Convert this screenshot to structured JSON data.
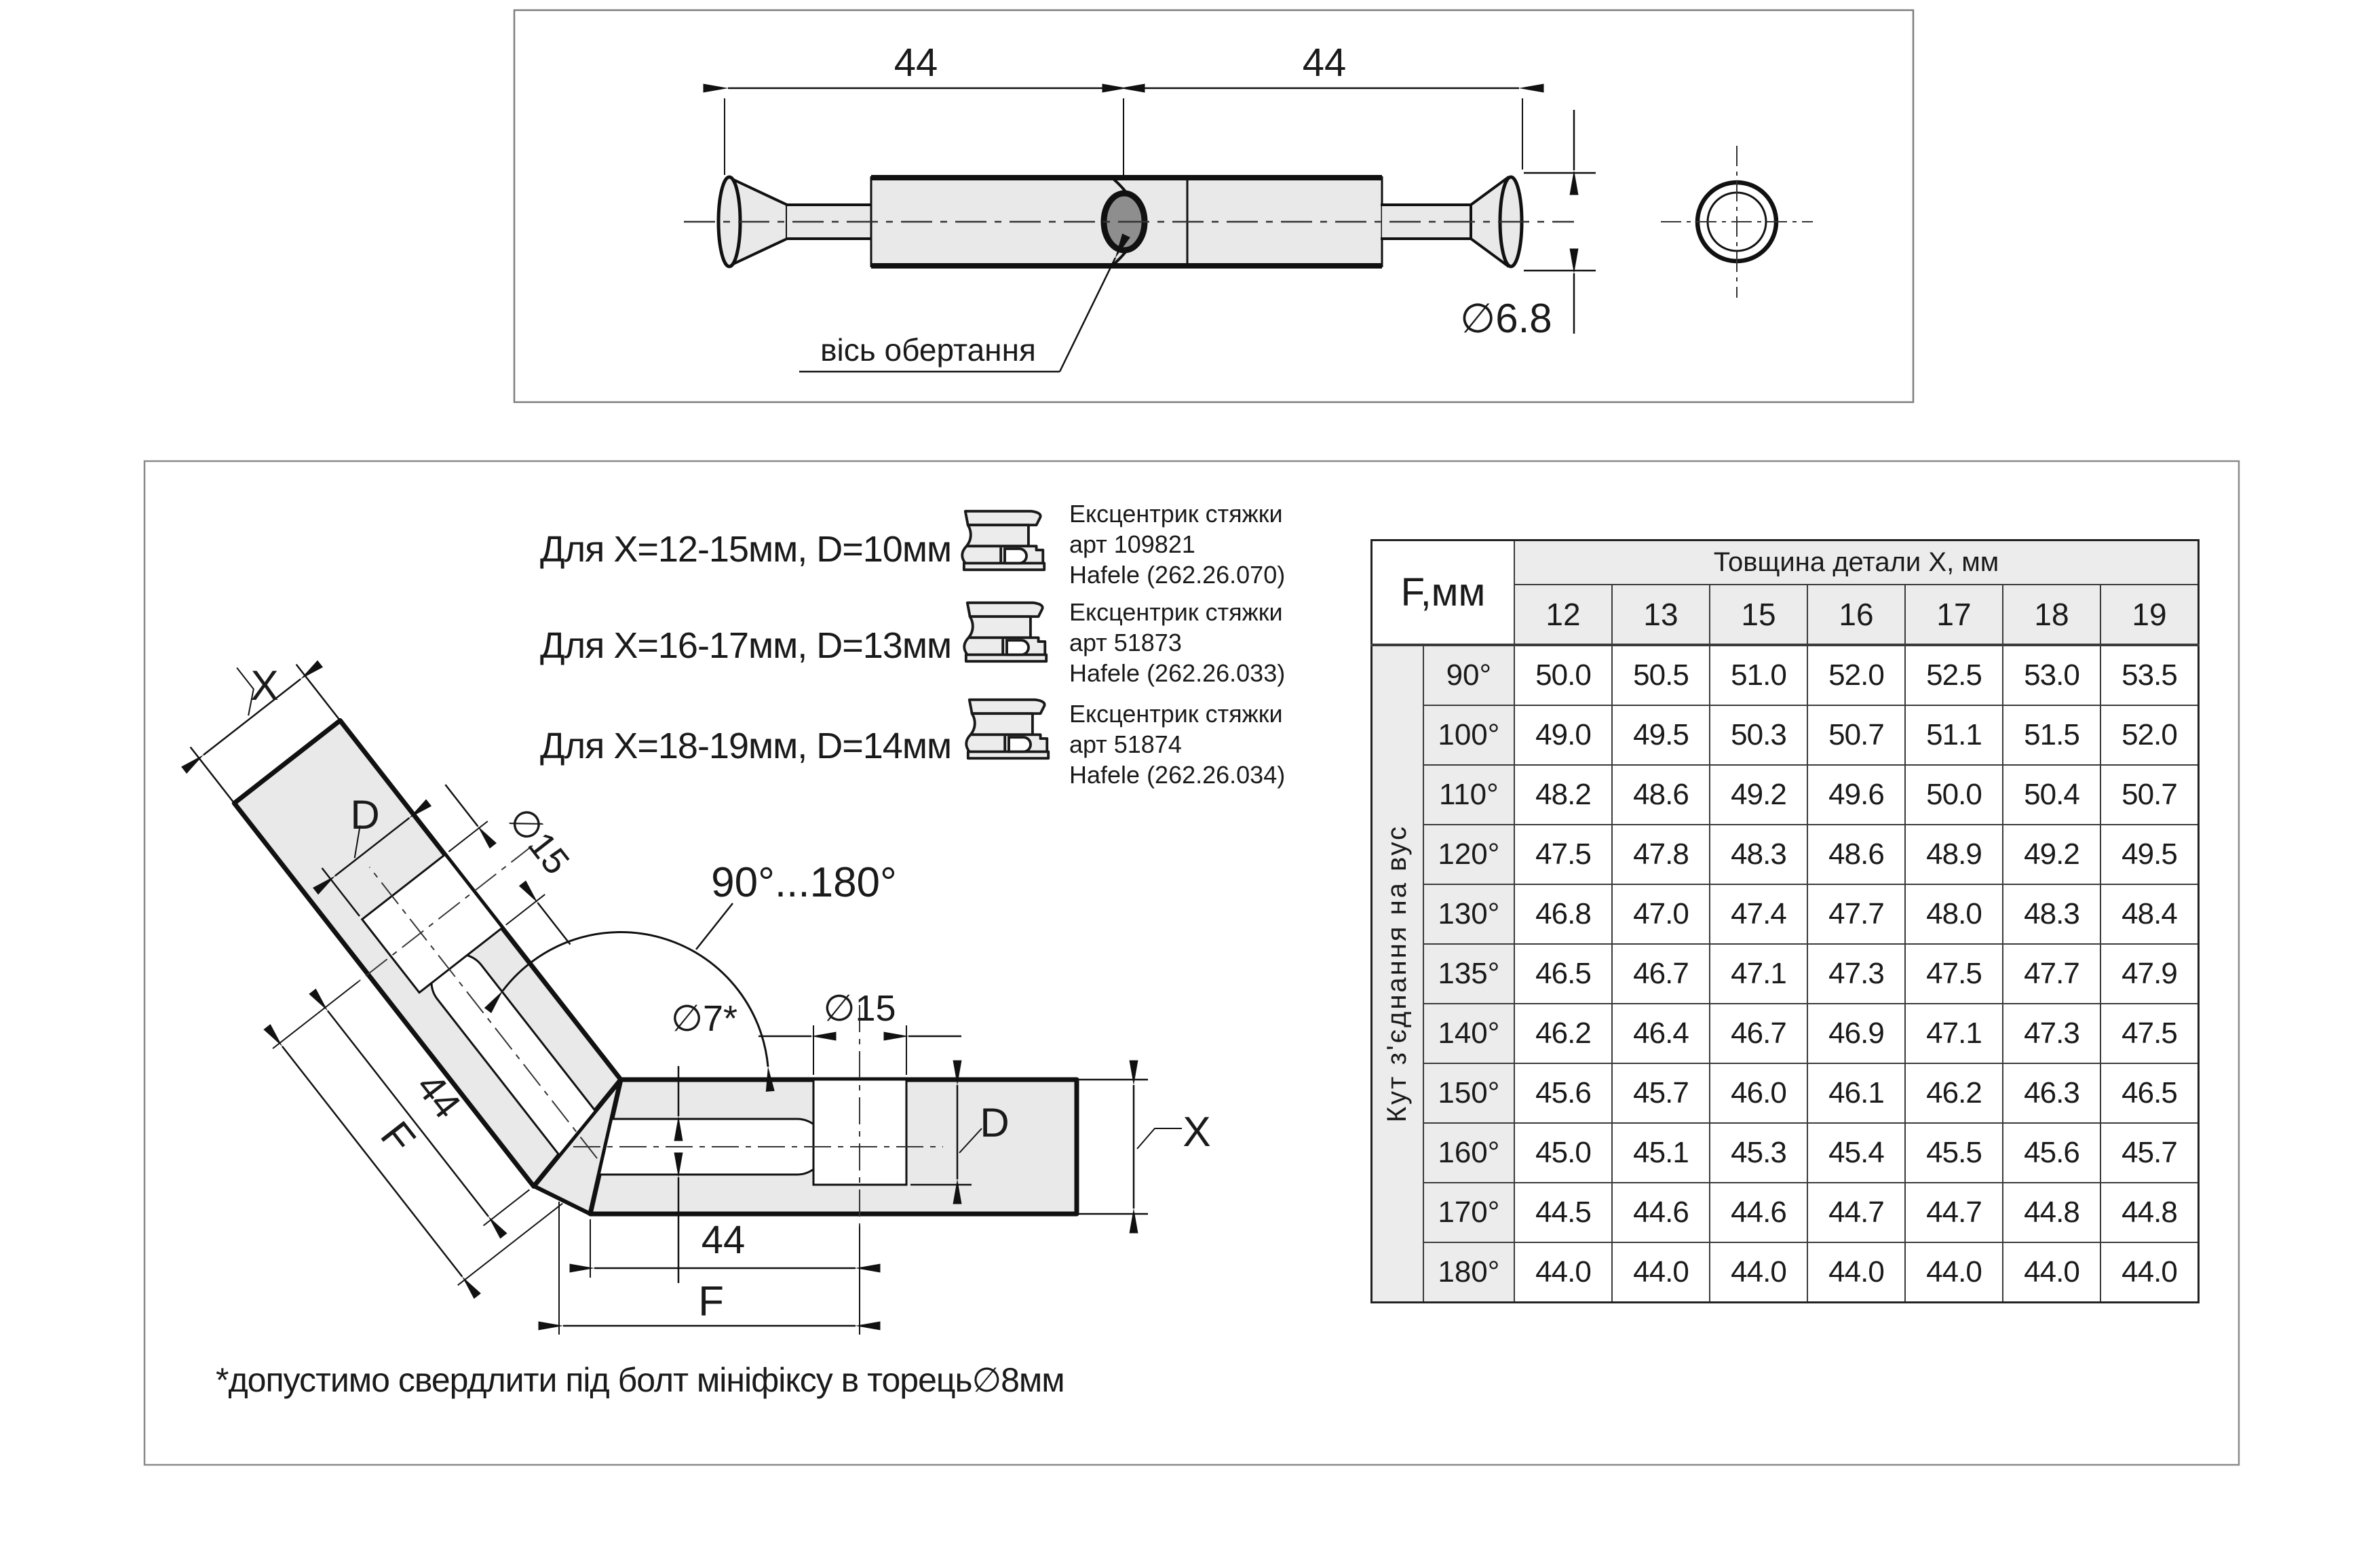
{
  "top_view": {
    "dim_left": "44",
    "dim_right": "44",
    "diameter": "∅6.8",
    "axis_label": "вісь обертання"
  },
  "selection": {
    "rows": [
      {
        "condition": "Для X=12-15мм, D=10мм",
        "product": "Ексцентрик стяжки",
        "article": "арт 109821",
        "brand": "Hafele (262.26.070)"
      },
      {
        "condition": "Для X=16-17мм, D=13мм",
        "product": "Ексцентрик стяжки",
        "article": "арт 51873",
        "brand": "Hafele (262.26.033)"
      },
      {
        "condition": "Для X=18-19мм, D=14мм",
        "product": "Ексцентрик стяжки",
        "article": "арт 51874",
        "brand": "Hafele (262.26.034)"
      }
    ]
  },
  "joint_view": {
    "labels": {
      "x_top": "X",
      "d_top": "D",
      "dia15_top": "∅15",
      "angle_range": "90°...180°",
      "dia7": "∅7*",
      "dia15_bottom": "∅15",
      "d_bottom": "D",
      "x_bottom": "X",
      "dim44_top": "44",
      "f_top": "F",
      "dim44_bottom": "44",
      "f_bottom": "F"
    }
  },
  "footnote": "*допустимо свердлити під болт мініфіксу в торець∅8мм",
  "table": {
    "f_label": "F,мм",
    "col_group_label": "Товщина детали X, мм",
    "row_group_label": "Кут з'єднання на вус",
    "columns": [
      "12",
      "13",
      "15",
      "16",
      "17",
      "18",
      "19"
    ],
    "rows": [
      {
        "angle": "90°",
        "values": [
          "50.0",
          "50.5",
          "51.0",
          "52.0",
          "52.5",
          "53.0",
          "53.5"
        ]
      },
      {
        "angle": "100°",
        "values": [
          "49.0",
          "49.5",
          "50.3",
          "50.7",
          "51.1",
          "51.5",
          "52.0"
        ]
      },
      {
        "angle": "110°",
        "values": [
          "48.2",
          "48.6",
          "49.2",
          "49.6",
          "50.0",
          "50.4",
          "50.7"
        ]
      },
      {
        "angle": "120°",
        "values": [
          "47.5",
          "47.8",
          "48.3",
          "48.6",
          "48.9",
          "49.2",
          "49.5"
        ]
      },
      {
        "angle": "130°",
        "values": [
          "46.8",
          "47.0",
          "47.4",
          "47.7",
          "48.0",
          "48.3",
          "48.4"
        ]
      },
      {
        "angle": "135°",
        "values": [
          "46.5",
          "46.7",
          "47.1",
          "47.3",
          "47.5",
          "47.7",
          "47.9"
        ]
      },
      {
        "angle": "140°",
        "values": [
          "46.2",
          "46.4",
          "46.7",
          "46.9",
          "47.1",
          "47.3",
          "47.5"
        ]
      },
      {
        "angle": "150°",
        "values": [
          "45.6",
          "45.7",
          "46.0",
          "46.1",
          "46.2",
          "46.3",
          "46.5"
        ]
      },
      {
        "angle": "160°",
        "values": [
          "45.0",
          "45.1",
          "45.3",
          "45.4",
          "45.5",
          "45.6",
          "45.7"
        ]
      },
      {
        "angle": "170°",
        "values": [
          "44.5",
          "44.6",
          "44.6",
          "44.7",
          "44.7",
          "44.8",
          "44.8"
        ]
      },
      {
        "angle": "180°",
        "values": [
          "44.0",
          "44.0",
          "44.0",
          "44.0",
          "44.0",
          "44.0",
          "44.0"
        ]
      }
    ]
  }
}
